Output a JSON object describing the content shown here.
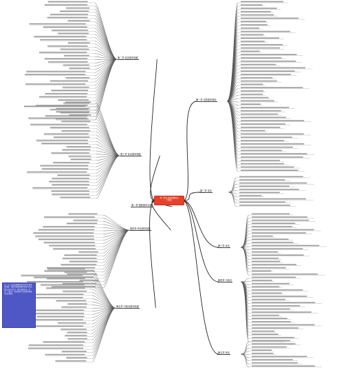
{
  "center": {
    "title": "第一部分 法治基础知识",
    "subtitle": "行政法"
  },
  "branches": [
    {
      "label": "第二章 宪法基本制度",
      "side": "left"
    },
    {
      "label": "第三章 民法基本制度",
      "side": "left"
    },
    {
      "label": "第一章 国家基本法律",
      "side": "left"
    },
    {
      "label": "第四章 刑法基本制度",
      "side": "left"
    },
    {
      "label": "第五章 行政法基本制度",
      "side": "left"
    },
    {
      "label": "第一章 法的基本理论",
      "side": "right"
    },
    {
      "label": "第二章 宪法",
      "side": "right"
    },
    {
      "label": "第三章 民法",
      "side": "right"
    },
    {
      "label": "第四章 行政法",
      "side": "right"
    },
    {
      "label": "第五章 刑法",
      "side": "right"
    }
  ],
  "note": "注：以上为法治基础知识部分的主要考点框架，具体内容参照教材各章节中的知识点进行复习，重点掌握宪法、民法、行政法、刑法等部门法的基本制度与核心概念。"
}
